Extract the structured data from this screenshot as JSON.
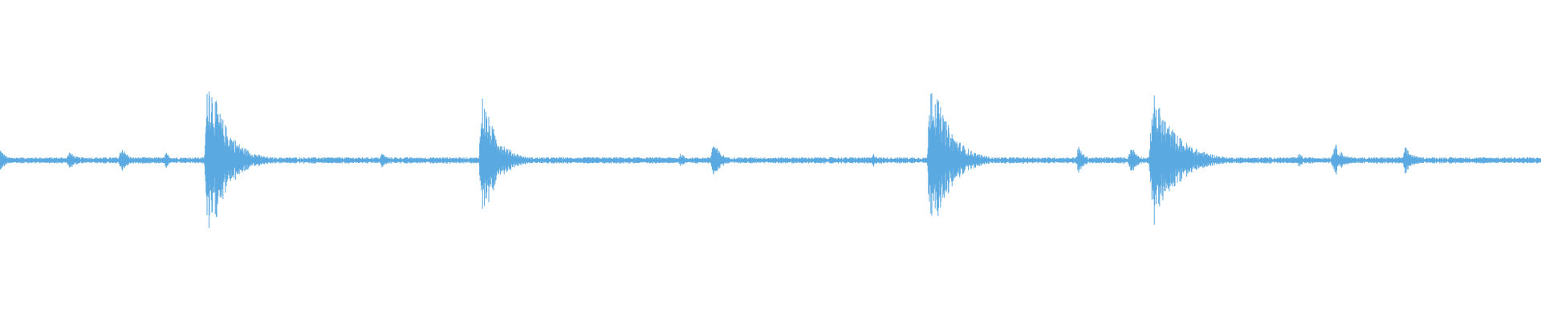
{
  "waveform": {
    "color": "#5aa9e0",
    "background": "#ffffff",
    "bursts": [
      {
        "at": 0.0,
        "amp": 0.14,
        "decay": 0.004
      },
      {
        "at": 0.045,
        "amp": 0.1,
        "decay": 0.006
      },
      {
        "at": 0.079,
        "amp": 0.17,
        "decay": 0.004
      },
      {
        "at": 0.108,
        "amp": 0.09,
        "decay": 0.004
      },
      {
        "at": 0.135,
        "amp": 1.0,
        "decay": 0.012
      },
      {
        "at": 0.248,
        "amp": 0.09,
        "decay": 0.004
      },
      {
        "at": 0.313,
        "amp": 0.72,
        "decay": 0.01
      },
      {
        "at": 0.442,
        "amp": 0.09,
        "decay": 0.003
      },
      {
        "at": 0.463,
        "amp": 0.22,
        "decay": 0.005
      },
      {
        "at": 0.567,
        "amp": 0.08,
        "decay": 0.004
      },
      {
        "at": 0.604,
        "amp": 0.98,
        "decay": 0.012
      },
      {
        "at": 0.7,
        "amp": 0.16,
        "decay": 0.004
      },
      {
        "at": 0.734,
        "amp": 0.17,
        "decay": 0.005
      },
      {
        "at": 0.748,
        "amp": 0.76,
        "decay": 0.016
      },
      {
        "at": 0.843,
        "amp": 0.08,
        "decay": 0.004
      },
      {
        "at": 0.866,
        "amp": 0.2,
        "decay": 0.006
      },
      {
        "at": 0.912,
        "amp": 0.15,
        "decay": 0.006
      }
    ],
    "noise_floor": 0.035
  }
}
